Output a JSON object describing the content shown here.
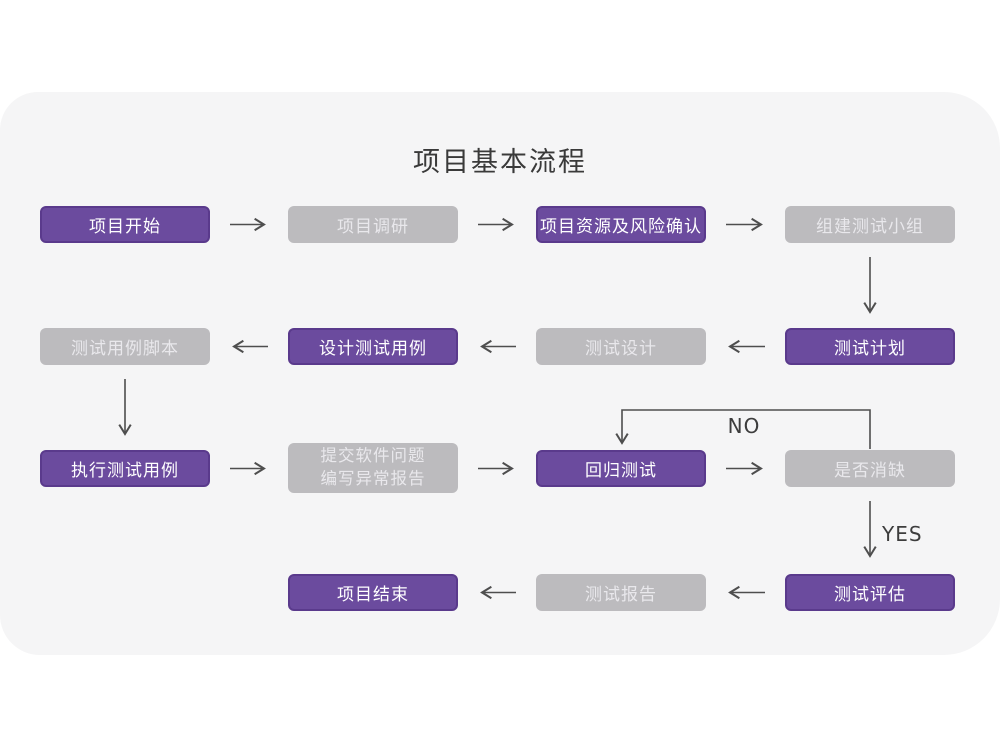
{
  "title": "项目基本流程",
  "flow_labels": {
    "no": "NO",
    "yes": "YES"
  },
  "colors": {
    "card_background": "#F5F5F6",
    "purple_fill": "#6B4B9E",
    "purple_border": "#5A3A8C",
    "gray_fill": "#BCBBBE",
    "arrow": "#4E4E4E",
    "title_text": "#3A3A3A"
  },
  "nodes": [
    {
      "id": "project-start",
      "label": "项目开始",
      "style": "purple"
    },
    {
      "id": "project-research",
      "label": "项目调研",
      "style": "gray"
    },
    {
      "id": "resources-risk-confirm",
      "label": "项目资源及风险确认",
      "style": "purple"
    },
    {
      "id": "form-test-team",
      "label": "组建测试小组",
      "style": "gray"
    },
    {
      "id": "test-case-scripts",
      "label": "测试用例脚本",
      "style": "gray"
    },
    {
      "id": "design-test-cases",
      "label": "设计测试用例",
      "style": "purple"
    },
    {
      "id": "test-design",
      "label": "测试设计",
      "style": "gray"
    },
    {
      "id": "test-plan",
      "label": "测试计划",
      "style": "purple"
    },
    {
      "id": "execute-test-cases",
      "label": "执行测试用例",
      "style": "purple"
    },
    {
      "id": "submit-issue-report",
      "label_line1": "提交软件问题",
      "label_line2": "编写异常报告",
      "style": "gray"
    },
    {
      "id": "regression-test",
      "label": "回归测试",
      "style": "purple"
    },
    {
      "id": "defect-cleared",
      "label": "是否消缺",
      "style": "gray"
    },
    {
      "id": "project-end",
      "label": "项目结束",
      "style": "purple"
    },
    {
      "id": "test-report",
      "label": "测试报告",
      "style": "gray"
    },
    {
      "id": "test-evaluation",
      "label": "测试评估",
      "style": "purple"
    }
  ]
}
